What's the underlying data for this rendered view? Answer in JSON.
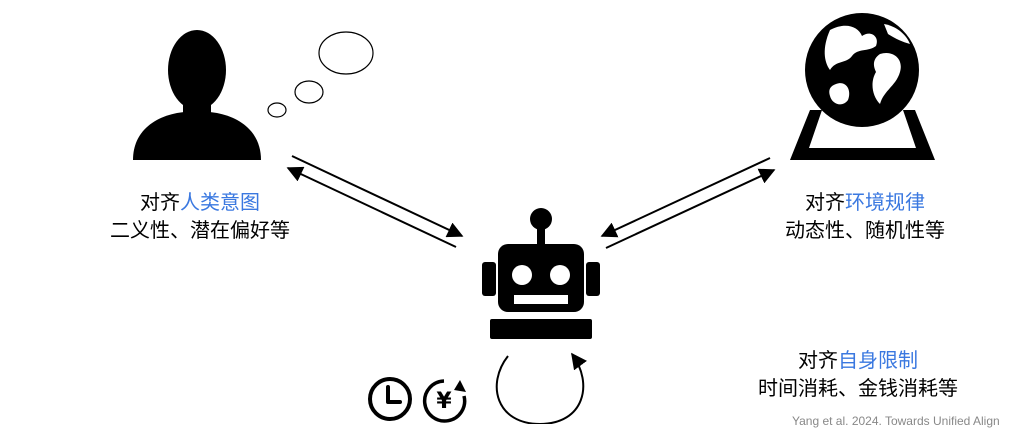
{
  "colors": {
    "accent": "#3a78e0",
    "ink": "#000000"
  },
  "human": {
    "title_prefix": "对齐",
    "title_highlight": "人类意图",
    "subtitle": "二义性、潜在偏好等"
  },
  "environment": {
    "title_prefix": "对齐",
    "title_highlight": "环境规律",
    "subtitle": "动态性、随机性等"
  },
  "self": {
    "title_prefix": "对齐",
    "title_highlight": "自身限制",
    "subtitle": "时间消耗、金钱消耗等"
  },
  "icons": {
    "human": "person-silhouette-icon",
    "thought": "thought-bubble-icon",
    "environment": "globe-icon",
    "agent": "robot-icon",
    "time": "clock-icon",
    "money": "yen-icon",
    "loop": "cycle-arrow-icon"
  },
  "citation": "Yang et al. 2024. Towards Unified Align"
}
